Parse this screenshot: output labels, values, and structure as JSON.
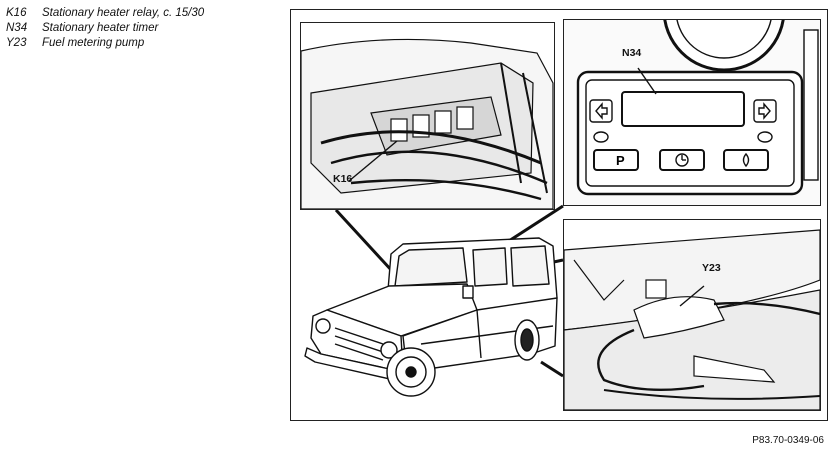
{
  "legend": [
    {
      "code": "K16",
      "desc": "Stationary heater relay, c. 15/30"
    },
    {
      "code": "N34",
      "desc": "Stationary heater timer"
    },
    {
      "code": "Y23",
      "desc": "Fuel metering pump"
    }
  ],
  "callouts": {
    "k16": "K16",
    "n34": "N34",
    "y23": "Y23"
  },
  "timer_buttons": {
    "p": "P"
  },
  "figure_ref": "P83.70-0349-06"
}
